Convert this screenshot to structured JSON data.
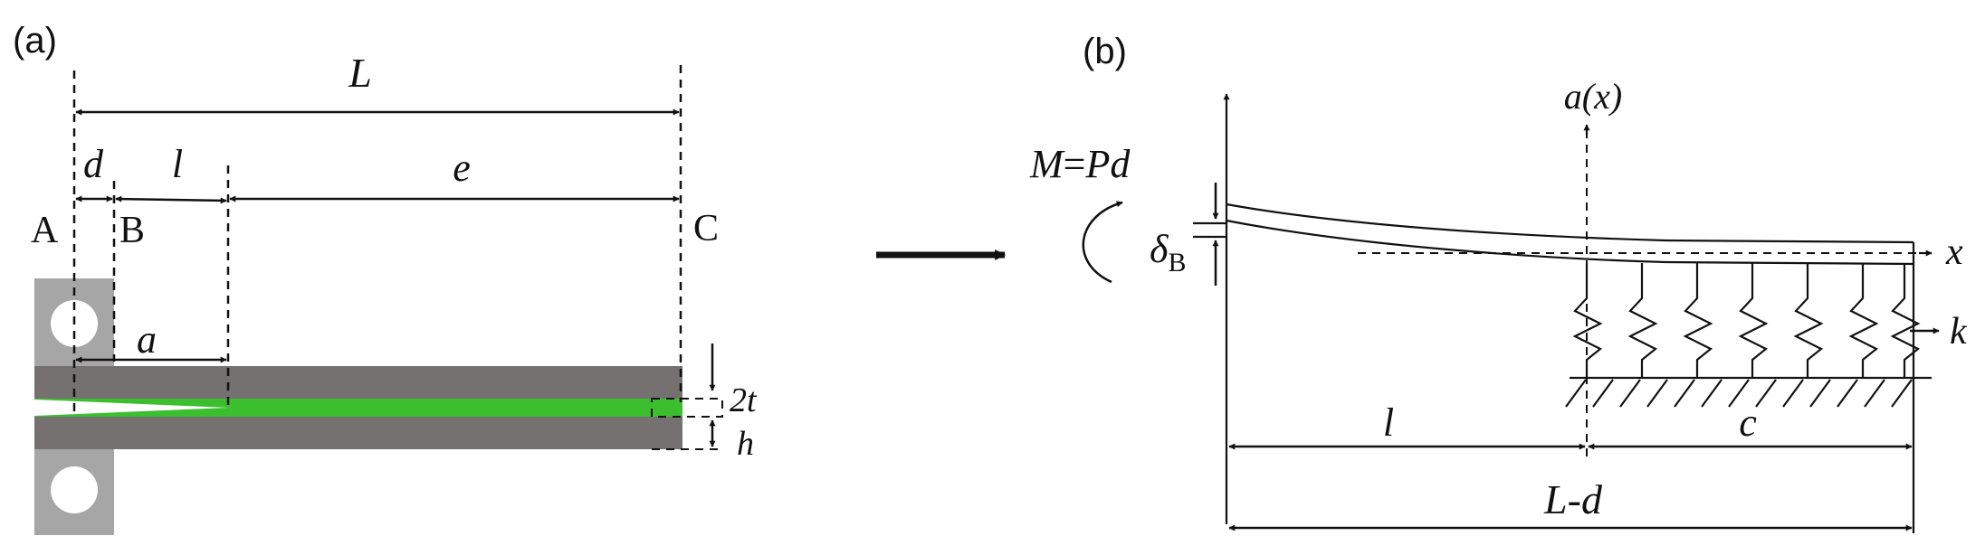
{
  "panel_a": {
    "label": "(a)",
    "dim_L": "L",
    "dim_d": "d",
    "dim_l": "l",
    "dim_e": "e",
    "dim_a": "a",
    "point_A": "A",
    "point_B": "B",
    "point_C": "C",
    "thickness_2t": "2t",
    "thickness_h": "h"
  },
  "panel_b": {
    "label": "(b)",
    "moment_M": "M",
    "moment_eq": "=",
    "moment_Pd": "Pd",
    "delta_sym": "δ",
    "delta_sub": "B",
    "axis_ax": "a(x)",
    "axis_x": "x",
    "spring_k": "k",
    "dim_l": "l",
    "dim_c": "c",
    "dim_L": "L",
    "dim_dash": "-",
    "dim_d": "d"
  },
  "colors": {
    "beam": "#767171",
    "adhesive": "#3cbf2e",
    "hinge": "#a6a6a6",
    "ink": "#111111"
  }
}
